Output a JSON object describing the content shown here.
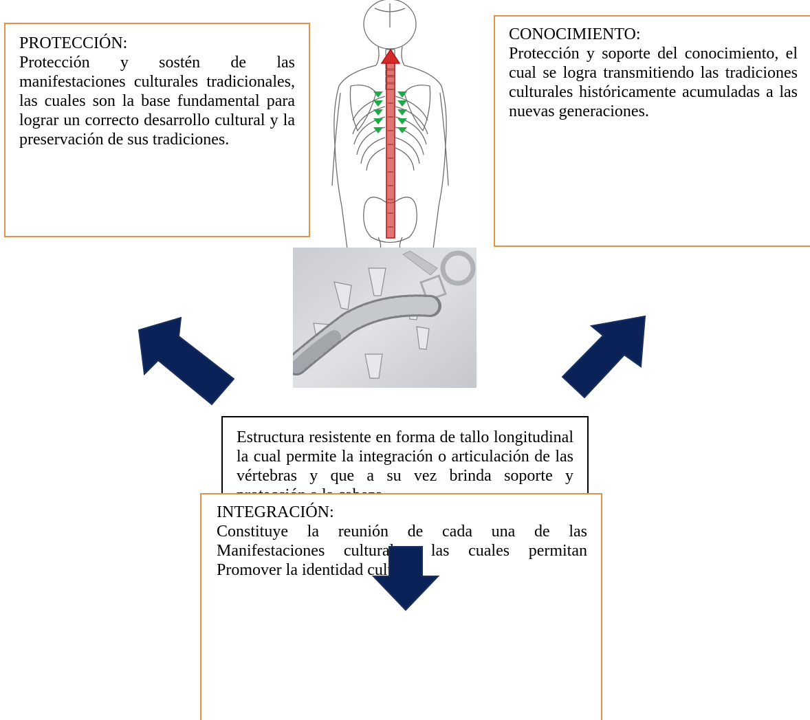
{
  "proteccion": {
    "title": "PROTECCIÓN:",
    "text": "Protección y sostén de las manifestaciones culturales tradicionales, las cuales son la base fundamental para lograr un correcto desarrollo cultural y la preservación de sus tradiciones."
  },
  "conocimiento": {
    "title": "CONOCIMIENTO:",
    "text": "Protección y soporte del conocimiento, el cual se logra transmitiendo las tradiciones culturales históricamente acumuladas a las nuevas generaciones."
  },
  "estructura": {
    "text": "Estructura resistente en forma de tallo longitudinal la cual permite la integración o articulación de las vértebras y que a su vez brinda soporte y protección a la cabeza."
  },
  "integracion": {
    "title": "INTEGRACIÓN:",
    "text": "Constituye la reunión de cada una de las Manifestaciones culturales, las cuales permitan Promover la identidad cultural."
  },
  "colors": {
    "box_border": "#e69148",
    "arrow_fill": "#0b2259",
    "spine_arrow": "#d42a2a",
    "green_markers": "#1faa4a"
  }
}
